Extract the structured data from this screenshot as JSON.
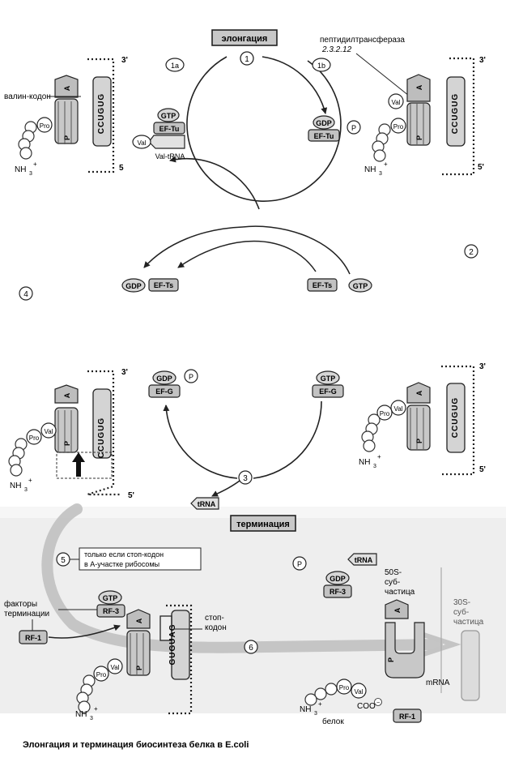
{
  "labels": {
    "elongation": "элонгация",
    "termination": "терминация",
    "peptidyltransferase": "пептидилтрансфераза",
    "enzyme_code": "2.3.2.12",
    "valine_codon": "валин-кодон",
    "stop_condition": [
      "только если стоп-кодон",
      "в А-участке рибосомы"
    ],
    "termination_factors": [
      "факторы",
      "терминации"
    ],
    "stop_codon": [
      "стоп-",
      "кодон"
    ],
    "subunit_50s": [
      "50S-",
      "суб-",
      "частица"
    ],
    "subunit_30s": [
      "30S-",
      "суб-",
      "частица"
    ],
    "mrna": "mRNA",
    "protein": "белок",
    "caption": "Элонгация и терминация биосинтеза белка в E.coli"
  },
  "molecules": {
    "gtp": "GTP",
    "gdp": "GDP",
    "p": "P",
    "ef_tu": "EF-Tu",
    "ef_ts": "EF-Ts",
    "ef_g": "EF-G",
    "rf1": "RF-1",
    "rf3": "RF-3",
    "trna": "tRNA",
    "val": "Val",
    "pro": "Pro",
    "val_trna": "Val-tRNA",
    "nh3": "NH",
    "sub3": "3",
    "plus": "+",
    "minus": "−",
    "coo": "COO"
  },
  "ribosome": {
    "site_a": "A",
    "site_p": "P",
    "prime3": "3'",
    "prime5": "5'",
    "prime5_plain": "5"
  },
  "codons": {
    "elong": "CCUGUG",
    "stop": "GUGUAG"
  },
  "steps": [
    "1",
    "1a",
    "1b",
    "2",
    "3",
    "4",
    "5",
    "6"
  ]
}
